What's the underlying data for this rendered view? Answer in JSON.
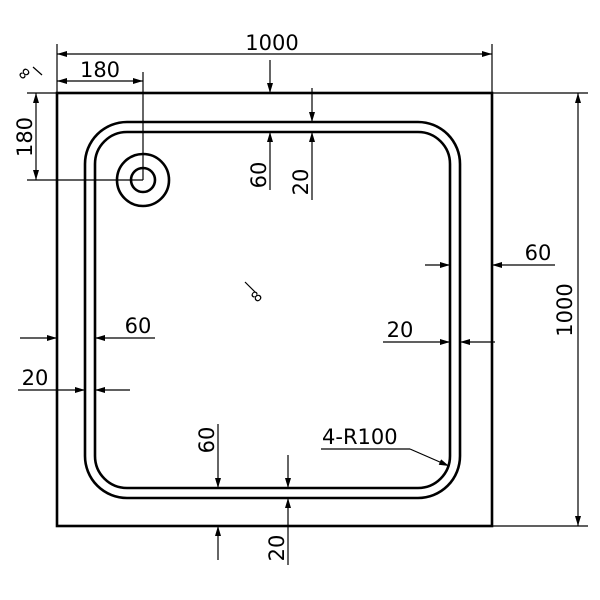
{
  "drawing": {
    "overall_width": "1000",
    "overall_depth": "1000",
    "drain_offset_x": "180",
    "drain_offset_y": "180",
    "rim_top_60": "60",
    "rim_top_20": "20",
    "rim_right_60": "60",
    "rim_right_20": "20",
    "rim_left_60": "60",
    "rim_left_20": "20",
    "rim_bottom_60": "60",
    "rim_bottom_20": "20",
    "corner_radius": "4-R100",
    "center_mark": "8",
    "corner_mark": "8"
  },
  "colors": {
    "line": "#000000",
    "background": "#ffffff"
  }
}
